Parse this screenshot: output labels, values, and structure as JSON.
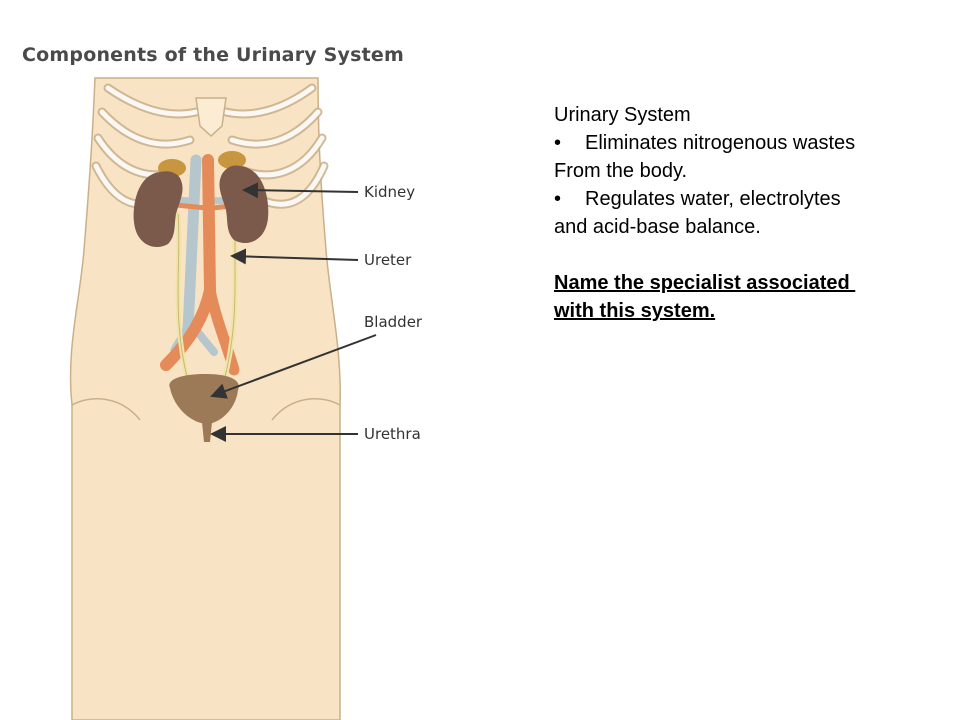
{
  "diagram": {
    "title": "Components of the Urinary System",
    "labels": {
      "kidney": "Kidney",
      "ureter": "Ureter",
      "bladder": "Bladder",
      "urethra": "Urethra"
    },
    "colors": {
      "skin": "#f8e4c4",
      "outline": "#c9b089",
      "kidney": "#7b5a4c",
      "adrenal": "#c8963e",
      "artery": "#e58b59",
      "vein": "#b5c6cc",
      "ureter": "#f0e4a8",
      "bladder": "#9c7a57",
      "pointer": "#333333"
    }
  },
  "text_panel": {
    "heading": "Urinary System",
    "bullets": [
      {
        "marker": "•",
        "line1": "Eliminates nitrogenous wastes",
        "line2": "From the body."
      },
      {
        "marker": "•",
        "line1": "Regulates water, electrolytes",
        "line2": "and acid-base balance."
      }
    ],
    "question_line1": "Name the specialist associated ",
    "question_line2": "with this system."
  }
}
